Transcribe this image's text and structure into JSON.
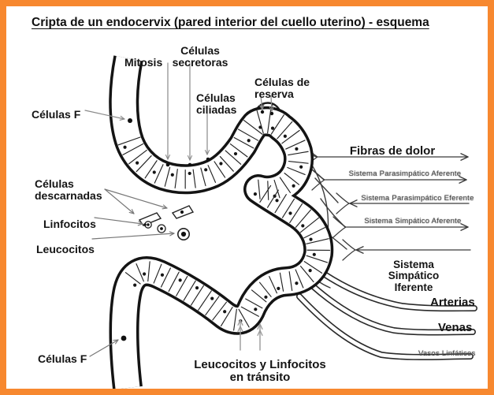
{
  "title": "Cripta de un endocervix (pared interior del cuello uterino) - esquema",
  "labels": {
    "celulas_f_top": "Células F",
    "mitosis": "Mitosis",
    "celulas_secretoras": "Células\nsecretoras",
    "celulas_ciliadas": "Células\nciliadas",
    "celulas_reserva": "Células de\nreserva",
    "celulas_descarnadas": "Células\ndescarnadas",
    "linfocitos": "Linfocitos",
    "leucocitos": "Leucocitos",
    "celulas_f_bottom": "Células F",
    "transito": "Leucocitos y Linfocitos\nen tránsito"
  },
  "nerves": [
    {
      "label": "Fibras de dolor",
      "bold": true,
      "direction": "right"
    },
    {
      "label": "Sistema Parasimpático Aferente",
      "bold": false,
      "direction": "right"
    },
    {
      "label": "Sistema Parasimpático Eferente",
      "bold": false,
      "direction": "left"
    },
    {
      "label": "Sistema Simpático Aferente",
      "bold": false,
      "direction": "right"
    },
    {
      "label": "Sistema Simpático Iferente",
      "bold": true,
      "direction": "left"
    }
  ],
  "vessels": [
    {
      "label": "Arterias",
      "bold": true
    },
    {
      "label": "Venas",
      "bold": true
    },
    {
      "label": "Vasos Linfáticos",
      "bold": false
    }
  ],
  "colors": {
    "border_orange": "#F7882F",
    "ink": "#1c1c1c",
    "leader_gray": "#8a8a8a",
    "nerve_gray": "#3a3a3a"
  }
}
